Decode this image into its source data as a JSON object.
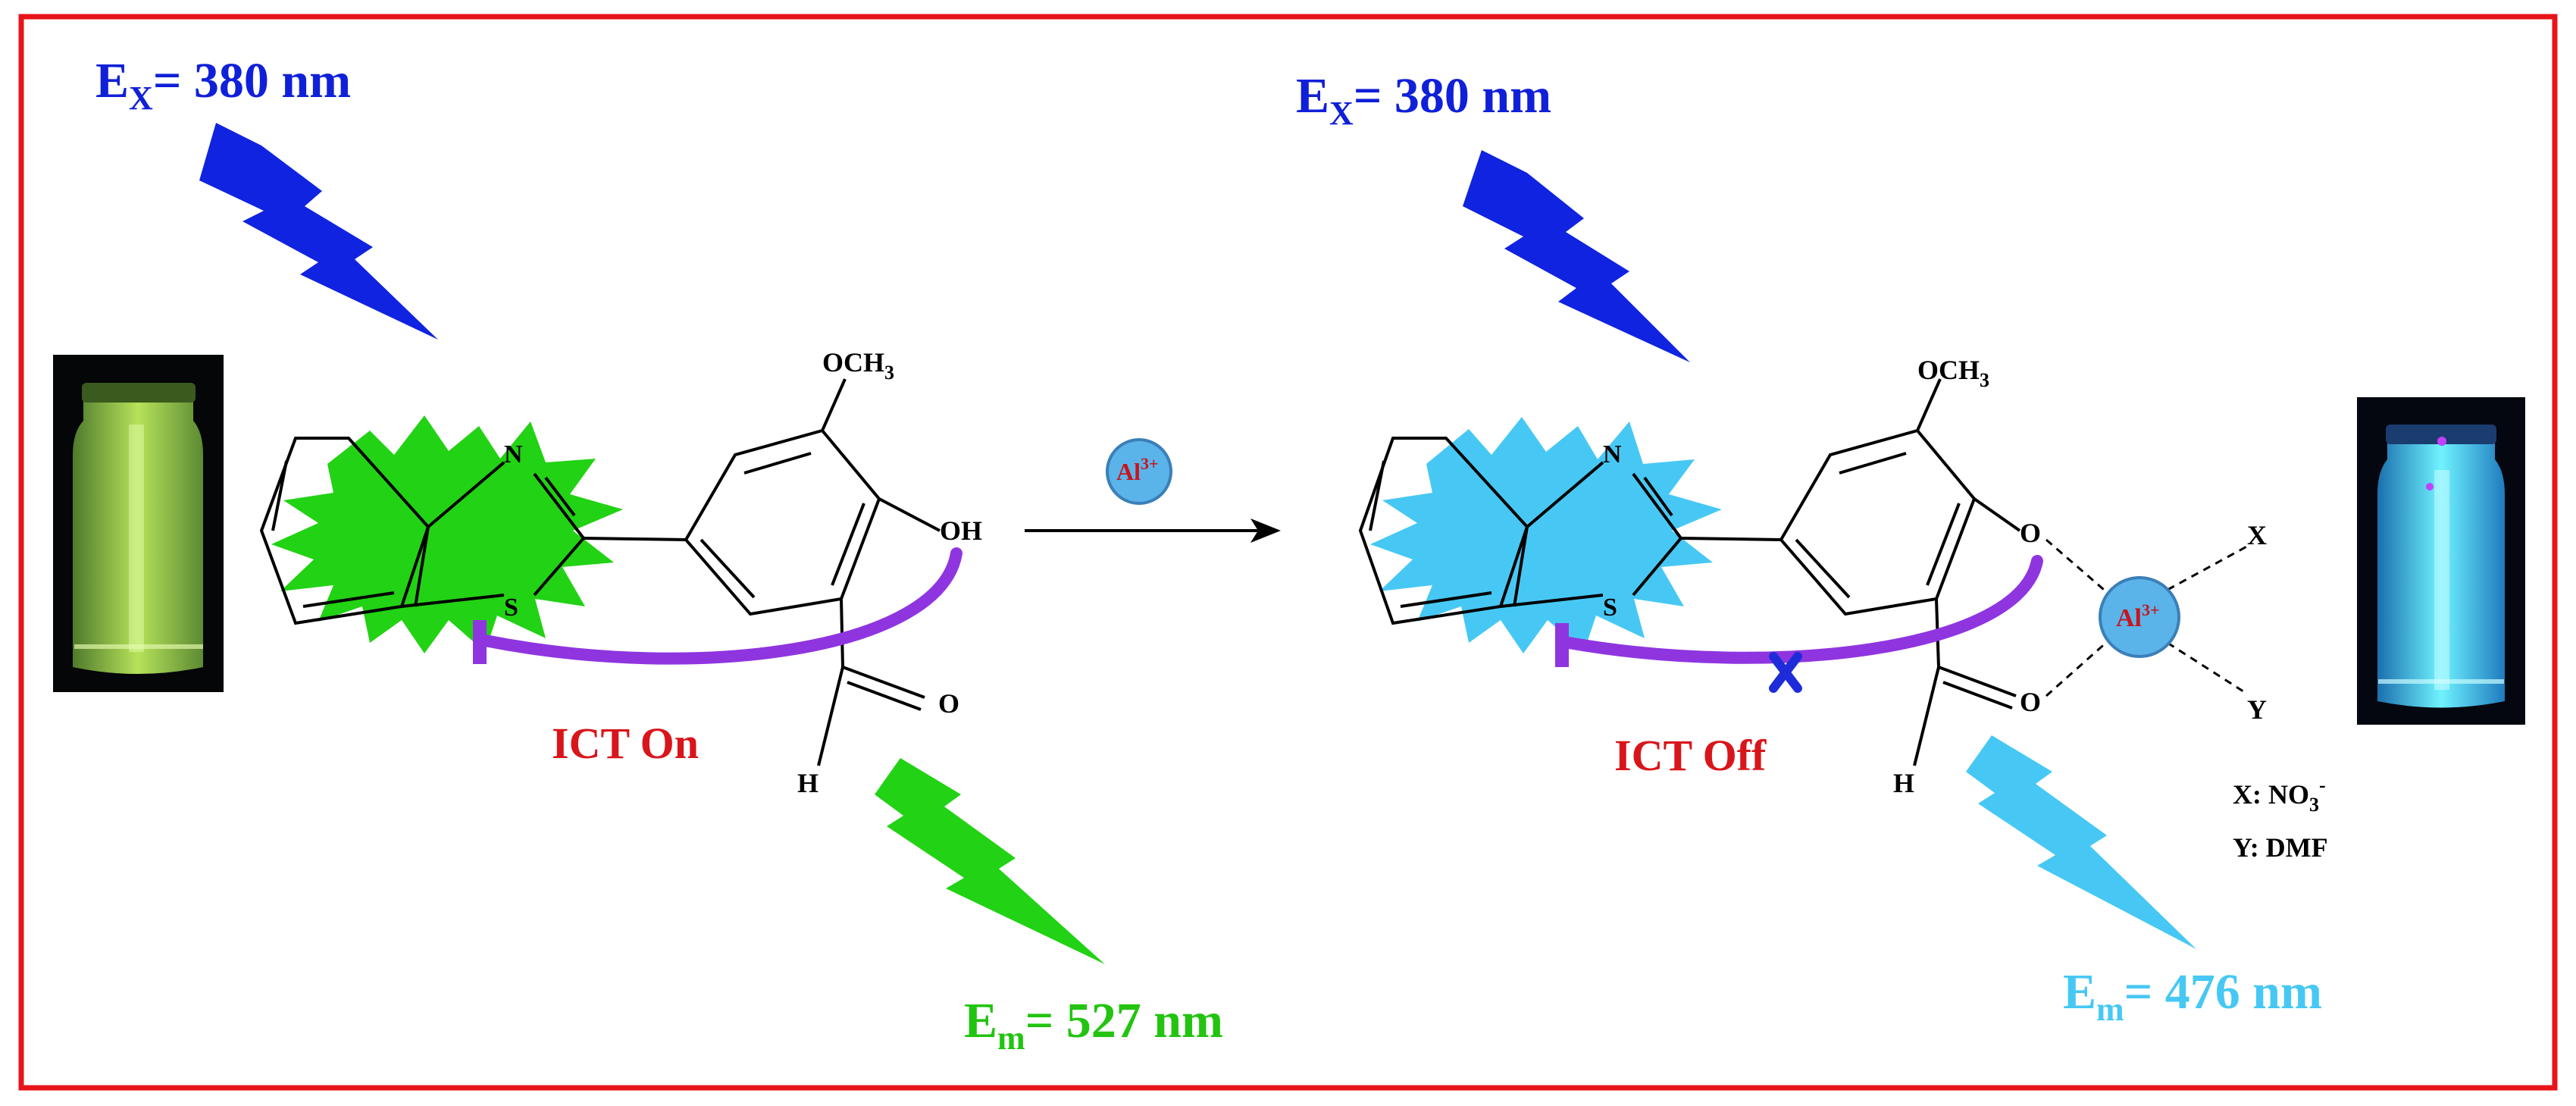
{
  "left_panel": {
    "excitation": {
      "symbol": "E",
      "sub": "X",
      "value": "= 380 nm"
    },
    "emission": {
      "symbol": "E",
      "sub": "m",
      "value": "= 527 nm"
    },
    "ict_label": "ICT  On"
  },
  "right_panel": {
    "excitation": {
      "symbol": "E",
      "sub": "X",
      "value": "= 380 nm"
    },
    "emission": {
      "symbol": "E",
      "sub": "m",
      "value": "= 476 nm"
    },
    "ict_label": "ICT  Off"
  },
  "molecule": {
    "methoxy_main": "OCH",
    "methoxy_sub": "3",
    "hydroxyl": "OH",
    "phenoxide": "O",
    "carbonyl_o": "O",
    "aldehyde_h": "H",
    "nitrogen": "N",
    "sulfur": "S"
  },
  "reagent": {
    "base": "Al",
    "charge": "3+"
  },
  "complex": {
    "metal_base": "Al",
    "metal_charge": "3+",
    "ligand_x": "X",
    "ligand_y": "Y"
  },
  "legend": {
    "x_prefix": "X: NO",
    "x_sub": "3",
    "x_sup": "-",
    "y_text": "Y: DMF"
  },
  "colors": {
    "frame": "#e8141b",
    "excitation_bolt": "#1023e0",
    "excitation_text": "#1020d8",
    "emission_green": "#22d214",
    "emission_cyan": "#47c8f4",
    "ict_arrow": "#8f35e0",
    "ict_text": "#d8151b",
    "al_circle": "#5ab4ea",
    "al_text": "#c8141c"
  }
}
